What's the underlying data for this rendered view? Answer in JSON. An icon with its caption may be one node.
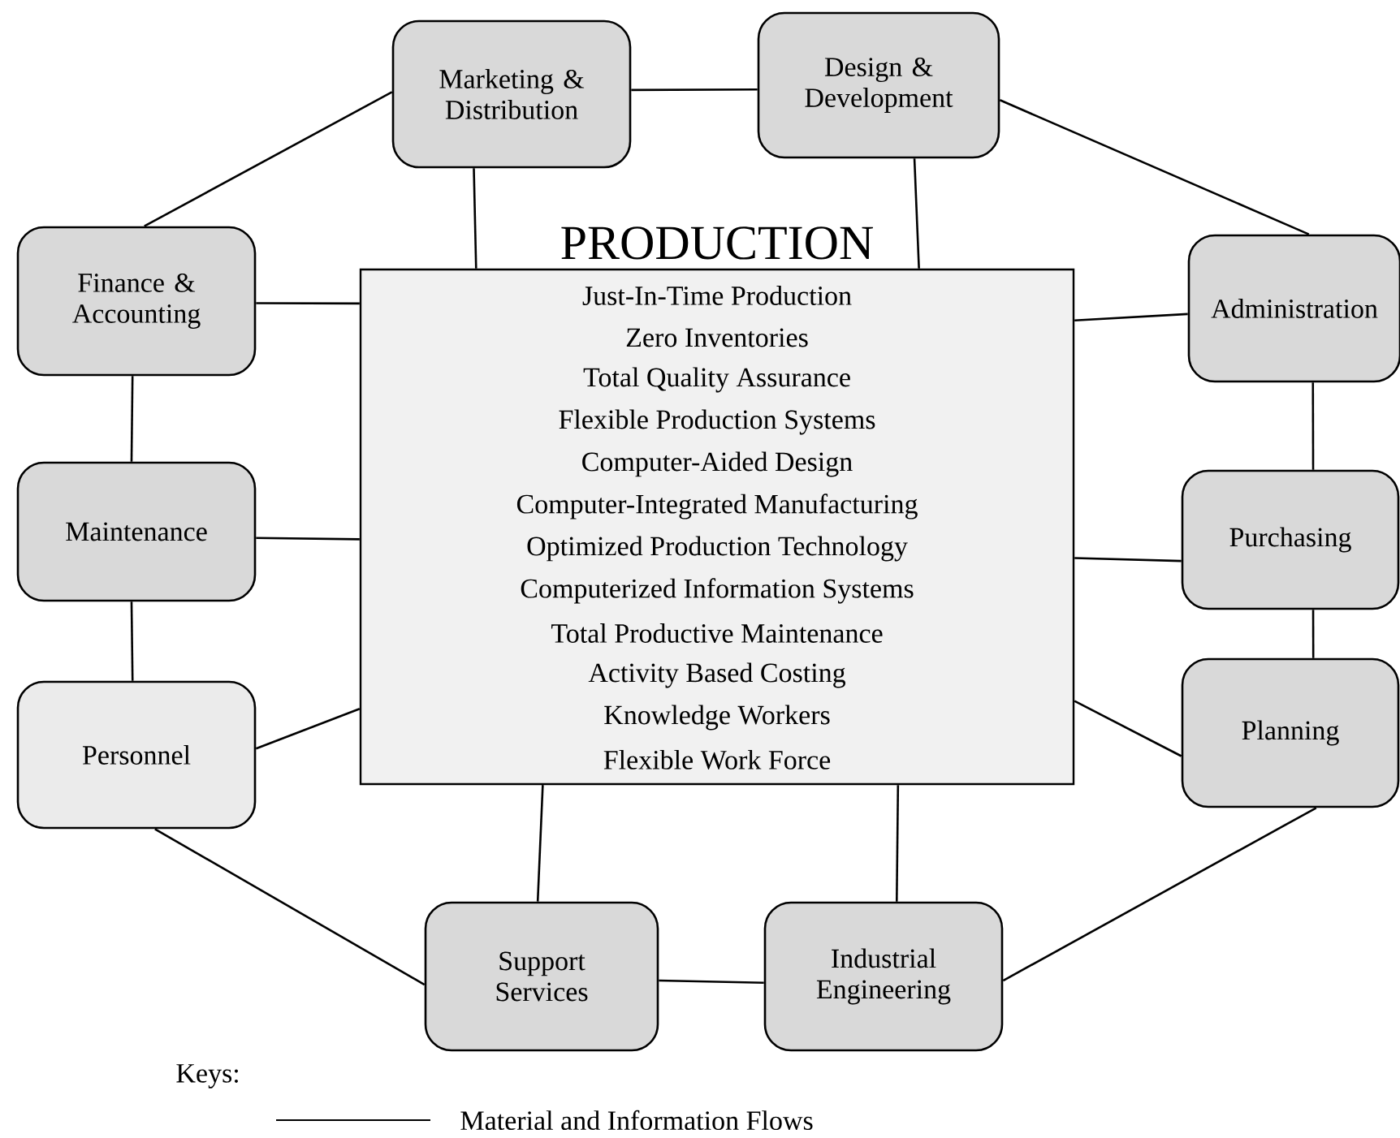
{
  "diagram": {
    "nodes": [
      {
        "text": [
          "Marketing & Distribution"
        ]
      },
      {
        "text": [
          "Design & Development"
        ]
      },
      {
        "text": [
          "Finance & Accounting"
        ]
      },
      {
        "text": [
          "PRODUCTION",
          "Just-In-Time Production",
          "Zero Inventories",
          "Total Quality Assurance",
          "Flexible Production Systems",
          "Computer-Aided Design",
          "Computer-Integrated Manufacturing",
          "Optimized Production Technology",
          "Computerized Information Systems",
          "Total Productive Maintenance",
          "Activity Based Costing",
          "Knowledge Workers",
          "Flexible Work Force"
        ]
      },
      {
        "text": [
          "Administration"
        ]
      },
      {
        "text": [
          "Maintenance"
        ]
      },
      {
        "text": [
          "Purchasing"
        ]
      },
      {
        "text": [
          "Personnel"
        ]
      },
      {
        "text": [
          "Planning"
        ]
      },
      {
        "text": [
          "Support Services"
        ]
      },
      {
        "text": [
          "Industrial Engineering"
        ]
      }
    ],
    "edges": [
      {
        "from": 0,
        "to": 1,
        "arrow": "none"
      },
      {
        "from": 0,
        "to": 2,
        "arrow": "none"
      },
      {
        "from": 0,
        "to": 3,
        "arrow": "none"
      },
      {
        "from": 1,
        "to": 3,
        "arrow": "none"
      },
      {
        "from": 1,
        "to": 4,
        "arrow": "none"
      },
      {
        "from": 2,
        "to": 3,
        "arrow": "none"
      },
      {
        "from": 2,
        "to": 5,
        "arrow": "none"
      },
      {
        "from": 4,
        "to": 3,
        "arrow": "none"
      },
      {
        "from": 4,
        "to": 6,
        "arrow": "none"
      },
      {
        "from": 5,
        "to": 3,
        "arrow": "none"
      },
      {
        "from": 6,
        "to": 3,
        "arrow": "none"
      },
      {
        "from": 5,
        "to": 7,
        "arrow": "none"
      },
      {
        "from": 6,
        "to": 8,
        "arrow": "none"
      },
      {
        "from": 7,
        "to": 3,
        "arrow": "none"
      },
      {
        "from": 8,
        "to": 3,
        "arrow": "none"
      },
      {
        "from": 7,
        "to": 9,
        "arrow": "none"
      },
      {
        "from": 9,
        "to": 3,
        "arrow": "none"
      },
      {
        "from": 10,
        "to": 3,
        "arrow": "none"
      },
      {
        "from": 9,
        "to": 10,
        "arrow": "none"
      },
      {
        "from": 10,
        "to": 8,
        "arrow": "none"
      }
    ],
    "labels": [
      "Keys:"
    ],
    "legend": [
      {
        "text": "Material and Information Flows"
      }
    ]
  }
}
